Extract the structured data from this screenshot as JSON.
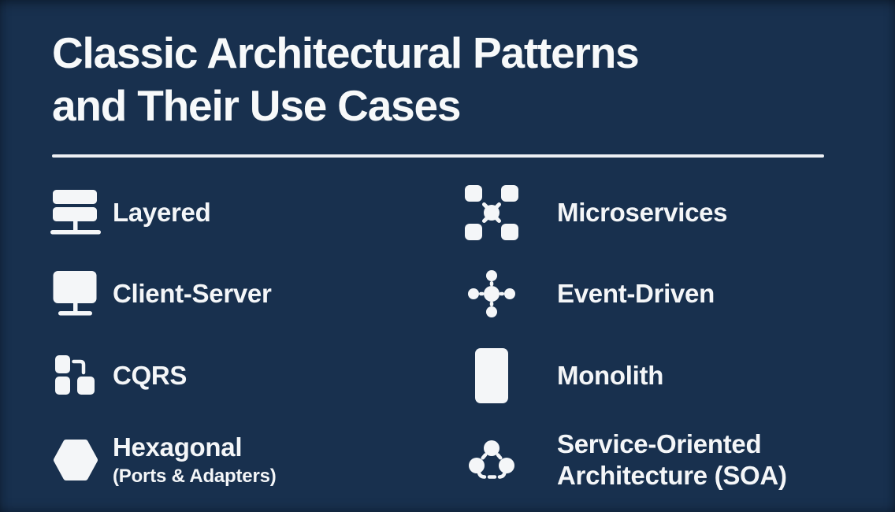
{
  "slide": {
    "title": "Classic Architectural Patterns and Their Use Cases",
    "title_lines": [
      "Classic Architectural Patterns",
      "and Their Use Cases"
    ],
    "colors": {
      "background": "#18304E",
      "foreground": "#F4F6F8",
      "divider": "#EDF0F4"
    }
  },
  "patterns": {
    "left": [
      {
        "icon": "layered-icon",
        "label": "Layered"
      },
      {
        "icon": "client-server-icon",
        "label": "Client-Server"
      },
      {
        "icon": "cqrs-icon",
        "label": "CQRS"
      },
      {
        "icon": "hexagonal-icon",
        "label": "Hexagonal",
        "sublabel": "(Ports & Adapters)"
      }
    ],
    "right": [
      {
        "icon": "microservices-icon",
        "label": "Microservices"
      },
      {
        "icon": "event-driven-icon",
        "label": "Event-Driven"
      },
      {
        "icon": "monolith-icon",
        "label": "Monolith"
      },
      {
        "icon": "soa-icon",
        "label": "Service-Oriented Architecture (SOA)"
      }
    ]
  }
}
